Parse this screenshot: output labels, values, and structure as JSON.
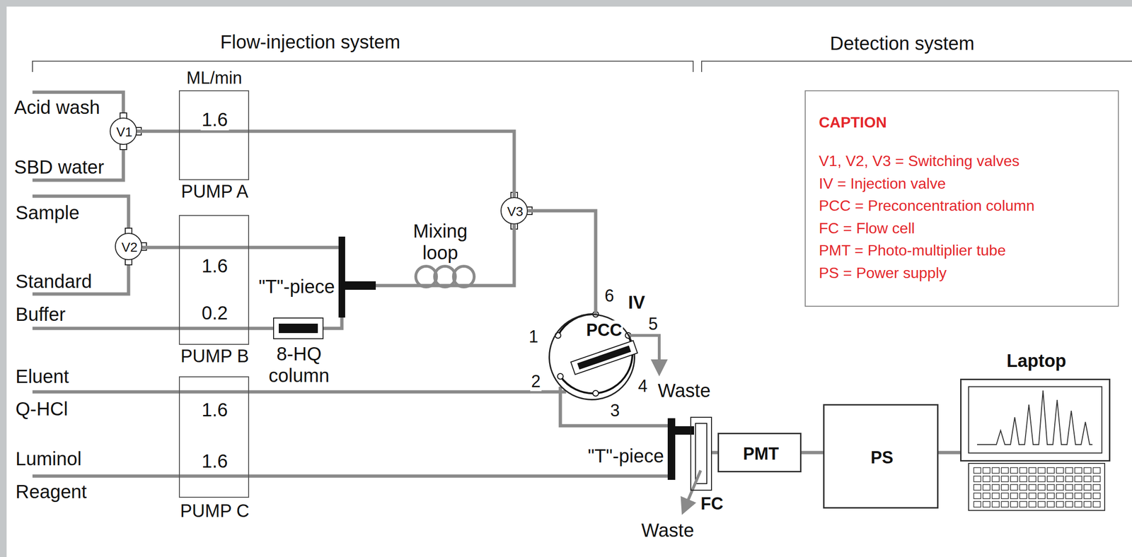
{
  "diagram": {
    "nodes": [
      {
        "text": [
          "V1"
        ]
      },
      {
        "text": [
          "1.6",
          "PUMP A"
        ]
      },
      {
        "text": [
          "V3"
        ]
      },
      {
        "text": [
          "V2"
        ]
      },
      {
        "text": [
          "1.6",
          "0.2",
          "PUMP B"
        ]
      },
      {
        "text": [
          "\"T\"-piece"
        ]
      },
      {
        "text": [
          "8-HQ column"
        ]
      },
      {
        "text": [
          "IV",
          "1",
          "2",
          "3",
          "4",
          "5",
          "6"
        ]
      },
      {
        "text": [
          "PCC"
        ],
        "in": 7
      },
      {
        "text": [
          "1.6",
          "1.6",
          "PUMP C"
        ]
      },
      {
        "text": [
          "\"T\"-piece"
        ]
      },
      {
        "text": [
          "FC"
        ]
      },
      {
        "text": [
          "PMT"
        ]
      },
      {
        "text": [
          "PS"
        ]
      },
      {
        "text": [
          "Laptop"
        ]
      },
      {
        "text": [
          "CAPTION",
          "V1, V2, V3 = Switching valves",
          "IV = Injection valve",
          "PCC = Preconcentration column",
          "FC = Flow cell",
          "PMT = Photo-multiplier tube",
          "PS = Power supply"
        ]
      }
    ],
    "edges": [
      {
        "from": 0,
        "to": 1,
        "arrow": "none"
      },
      {
        "from": 1,
        "to": 2,
        "arrow": "none"
      },
      {
        "from": 3,
        "to": 4,
        "arrow": "none"
      },
      {
        "from": 4,
        "to": 5,
        "arrow": "none"
      },
      {
        "from": 4,
        "to": 6,
        "arrow": "none"
      },
      {
        "from": 6,
        "to": 5,
        "arrow": "none"
      },
      {
        "from": 5,
        "to": 2,
        "arrow": "none"
      },
      {
        "from": 2,
        "to": 7,
        "arrow": "none"
      },
      {
        "from": 9,
        "to": 7,
        "arrow": "none"
      },
      {
        "from": 7,
        "to": 10,
        "arrow": "none"
      },
      {
        "from": 9,
        "to": 10,
        "arrow": "none"
      },
      {
        "from": 10,
        "to": 11,
        "arrow": "none"
      },
      {
        "from": 11,
        "to": 12,
        "arrow": "none"
      },
      {
        "from": 12,
        "to": 13,
        "arrow": "none"
      },
      {
        "from": 13,
        "to": 14,
        "arrow": "none"
      }
    ],
    "labels": [
      "Flow-injection system",
      "Detection system",
      "ML/min",
      "Acid wash",
      "SBD water",
      "Sample",
      "Standard",
      "Buffer",
      "Mixing loop",
      "Eluent",
      "Q-HCl",
      "Luminol",
      "Reagent",
      "Waste",
      "Waste"
    ]
  }
}
